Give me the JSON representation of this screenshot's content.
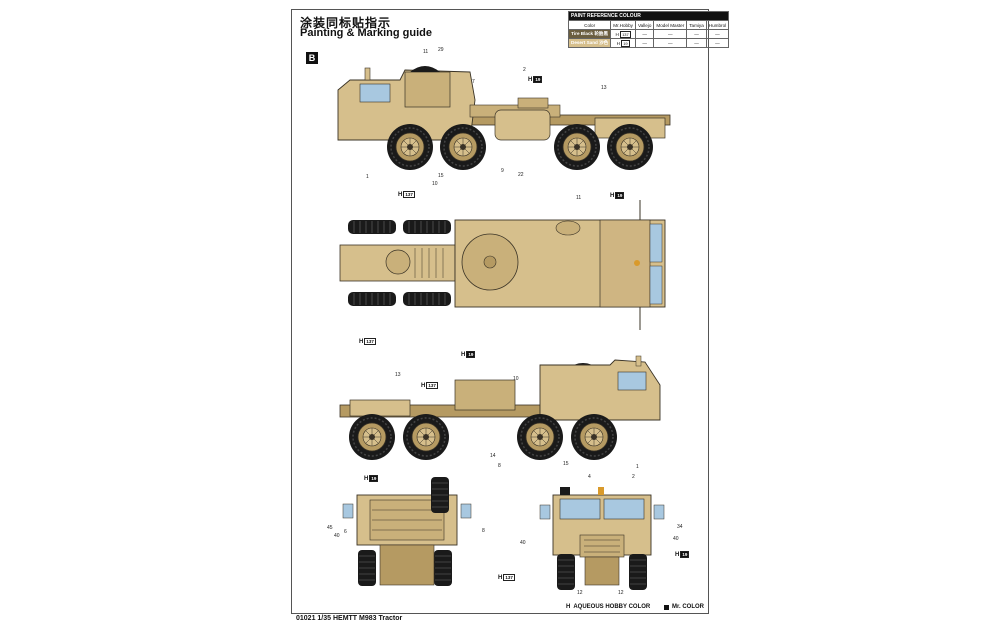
{
  "header": {
    "title_cn": "涂装同标贴指示",
    "title_en": "Painting & Marking guide",
    "section_badge": "B"
  },
  "paint_table": {
    "heading": "PAINT  REFERENCE COLOUR",
    "columns": [
      "Color",
      "Mr.Hobby",
      "Vallejo",
      "Model Master",
      "Tamiya",
      "Humbrol"
    ],
    "rows": [
      {
        "color": "Tire Black\n轮胎黑",
        "mr_hobby": "137",
        "vallejo": "—",
        "model_master": "—",
        "tamiya": "—",
        "humbrol": "—"
      },
      {
        "color": "Desert Sand\n沙色",
        "mr_hobby": "19",
        "vallejo": "—",
        "model_master": "—",
        "tamiya": "—",
        "humbrol": "—"
      }
    ]
  },
  "colors": {
    "sand": "#d6bf8c",
    "sand_dark": "#b59a62",
    "tire": "#1a1a1a",
    "line": "#3a3326",
    "glass": "#a8c8e0"
  },
  "callouts": {
    "side1": [
      "11",
      "29",
      "7",
      "2",
      "13",
      "1",
      "10",
      "15",
      "9",
      "22"
    ],
    "top": [
      "11"
    ],
    "side2": [
      "13",
      "10",
      "14",
      "8",
      "15",
      "1"
    ],
    "rear": [
      "45",
      "6",
      "40",
      "8"
    ],
    "front": [
      "4",
      "2",
      "34",
      "40",
      "40",
      "12",
      "12"
    ]
  },
  "codes": {
    "h_letter": "H",
    "code_137": "137",
    "code_19": "19"
  },
  "legend": {
    "aqueous": "AQUEOUS HOBBY COLOR",
    "mr_color": "Mr. COLOR"
  },
  "footer": {
    "text": "01021  1/35  HEMTT M983 Tractor"
  }
}
